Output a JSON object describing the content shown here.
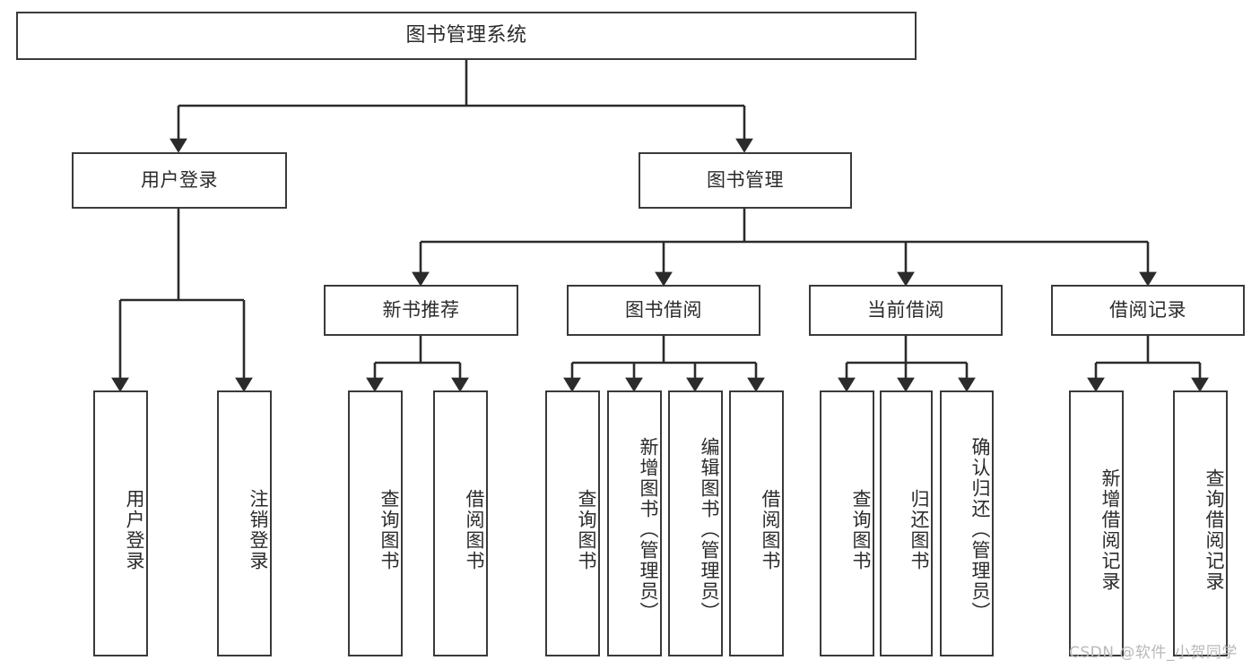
{
  "diagram": {
    "title": "图书管理系统",
    "watermark": "CSDN @软件_小贺同学",
    "colors": {
      "background": "#ffffff",
      "border": "#3a3a3a",
      "text": "#2b2b2b",
      "connector": "#2b2b2b",
      "watermark": "#b9b9b9"
    },
    "root": {
      "label": "图书管理系统"
    },
    "level2": [
      {
        "label": "用户登录"
      },
      {
        "label": "图书管理"
      }
    ],
    "level3": [
      {
        "label": "新书推荐"
      },
      {
        "label": "图书借阅"
      },
      {
        "label": "当前借阅"
      },
      {
        "label": "借阅记录"
      }
    ],
    "leaves": {
      "user_login": [
        {
          "label": "用户登录"
        },
        {
          "label": "注销登录"
        }
      ],
      "new_book_recommend": [
        {
          "label": "查询图书"
        },
        {
          "label": "借阅图书"
        }
      ],
      "book_borrow": [
        {
          "label": "查询图书"
        },
        {
          "label": "新增图书（管理员）"
        },
        {
          "label": "编辑图书（管理员）"
        },
        {
          "label": "借阅图书"
        }
      ],
      "current_borrow": [
        {
          "label": "查询图书"
        },
        {
          "label": "归还图书"
        },
        {
          "label": "确认归还（管理员）"
        }
      ],
      "borrow_record": [
        {
          "label": "新增借阅记录"
        },
        {
          "label": "查询借阅记录"
        }
      ]
    }
  }
}
